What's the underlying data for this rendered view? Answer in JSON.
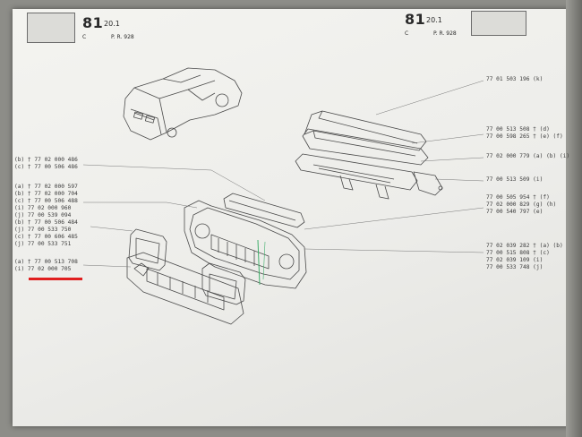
{
  "header_left": {
    "number": "81",
    "suffix": "20.1",
    "c_label": "C",
    "pr_label": "P. R. 928"
  },
  "header_right": {
    "number": "81",
    "suffix": "20.1",
    "c_label": "C",
    "pr_label": "P. R. 928"
  },
  "left_groups": [
    {
      "rows": [
        {
          "code": "(b)",
          "dagger": "†",
          "pn": "77 02 000 486"
        },
        {
          "code": "(c)",
          "dagger": "†",
          "pn": "77 00 506 486"
        }
      ]
    },
    {
      "rows": [
        {
          "code": "(a)",
          "dagger": "†",
          "pn": "77 02 000 597"
        },
        {
          "code": "(b)",
          "dagger": "†",
          "pn": "77 02 000 704"
        },
        {
          "code": "(c)",
          "dagger": "†",
          "pn": "77 00 506 488"
        },
        {
          "code": "(i)",
          "dagger": "",
          "pn": "77 02 000 960"
        },
        {
          "code": "(j)",
          "dagger": "",
          "pn": "77 00 539 094"
        }
      ]
    },
    {
      "rows": [
        {
          "code": "(b)",
          "dagger": "†",
          "pn": "77 00 506 484"
        },
        {
          "code": "(j)",
          "dagger": "",
          "pn": "77 00 533 750"
        },
        {
          "code": "(c)",
          "dagger": "†",
          "pn": "77 00 606 485"
        },
        {
          "code": "(j)",
          "dagger": "",
          "pn": "77 00 533 751"
        }
      ]
    },
    {
      "rows": [
        {
          "code": "(a)",
          "dagger": "†",
          "pn": "77 00 513 708"
        },
        {
          "code": "(i)",
          "dagger": "",
          "pn": "77 02 000 705"
        }
      ]
    }
  ],
  "right_groups": [
    {
      "rows": [
        {
          "pn": "77 01 503 196",
          "note": "(k)"
        }
      ]
    },
    {
      "rows": [
        {
          "pn": "77 00 513 508",
          "note": "† (d)"
        },
        {
          "pn": "77 00 598 265",
          "note": "† (e) (f)"
        }
      ]
    },
    {
      "rows": [
        {
          "pn": "77 02 000 779",
          "note": "(a) (b) (i)"
        }
      ]
    },
    {
      "rows": [
        {
          "pn": "77 00 513 509",
          "note": "(i)"
        }
      ]
    },
    {
      "rows": [
        {
          "pn": "77 00 505 954",
          "note": "† (f)"
        },
        {
          "pn": "77 02 000 829",
          "note": "(g) (h)"
        },
        {
          "pn": "77 00 540 797",
          "note": "(e)"
        }
      ]
    },
    {
      "rows": [
        {
          "pn": "77 02 039 282",
          "note": "† (a) (b)"
        },
        {
          "pn": "77 00 515 808",
          "note": "† (c)"
        },
        {
          "pn": "77 02 039 109",
          "note": "(i)"
        },
        {
          "pn": "77 00 533 748",
          "note": "(j)"
        }
      ]
    }
  ],
  "colors": {
    "highlight": "#e01f1f",
    "paper": "#efefeb",
    "ink": "#3a3a3a",
    "accent_line": "#3fae6a"
  }
}
